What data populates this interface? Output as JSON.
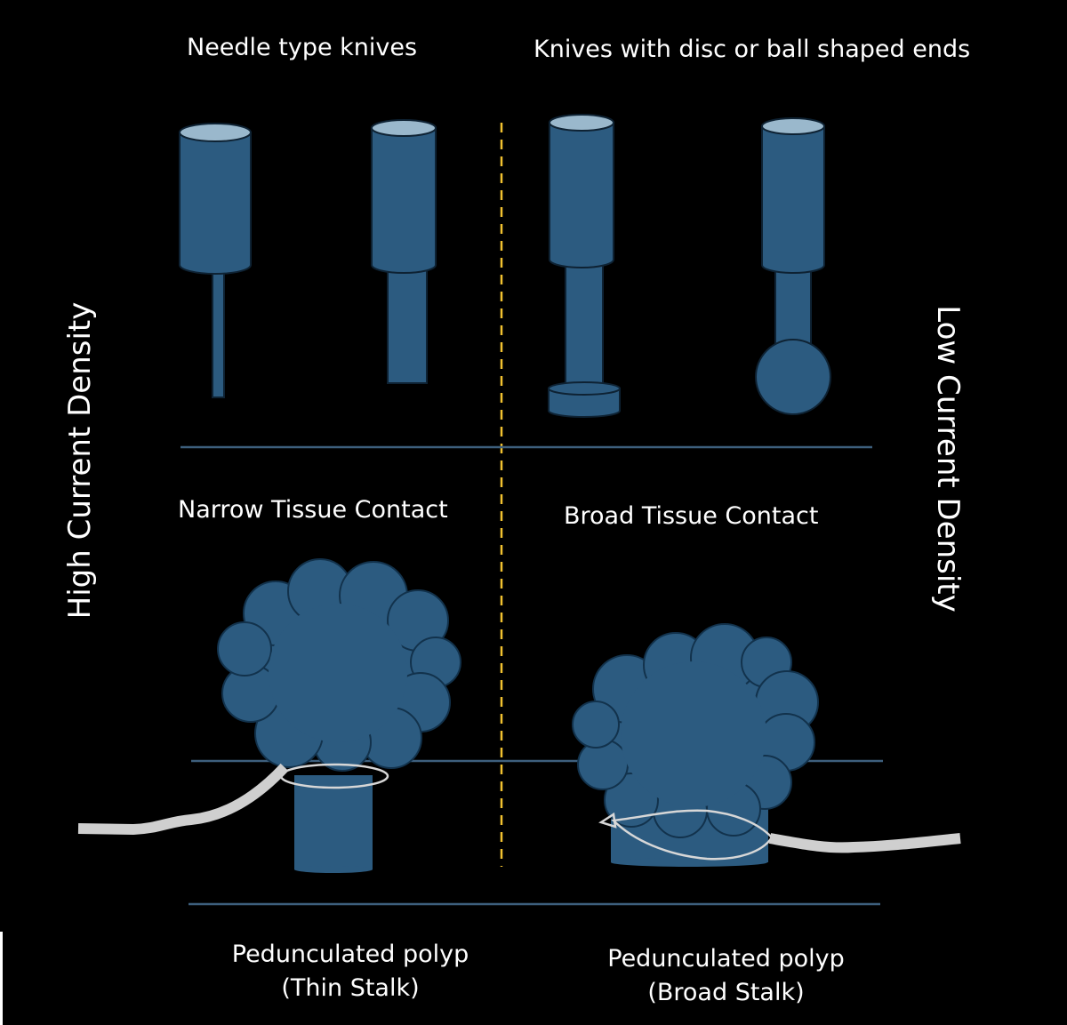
{
  "headers": {
    "needle": "Needle type knives",
    "disc_ball": "Knives with disc or ball shaped ends"
  },
  "side_labels": {
    "high": "High Current Density",
    "low": "Low Current Density"
  },
  "contact_labels": {
    "narrow": "Narrow Tissue Contact",
    "broad": "Broad Tissue Contact"
  },
  "captions": {
    "thin_line1": "Pedunculated polyp",
    "thin_line2": "(Thin Stalk)",
    "broad_line1": "Pedunculated polyp",
    "broad_line2": "(Broad Stalk)"
  },
  "colors": {
    "background": "#000000",
    "shape_fill": "#2c5b80",
    "cap_fill": "#9ab8cc",
    "outline": "#0e2233",
    "divider": "#f2c230",
    "rule": "#3d5f7d",
    "snare": "#cfcfcf",
    "text": "#ffffff"
  }
}
